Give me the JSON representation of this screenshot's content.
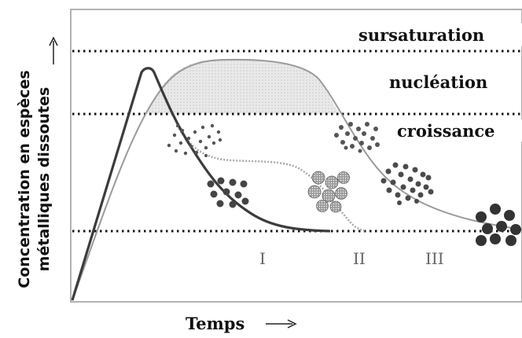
{
  "y_axis": {
    "label_line1": "Concentration en  espèces",
    "label_line2": "métalliques dissoutes"
  },
  "x_axis": {
    "label": "Temps"
  },
  "zones": {
    "sursaturation": "sursaturation",
    "nucleation": "nucléation",
    "croissance": "croissance"
  },
  "stages": {
    "one": "I",
    "two": "II",
    "three": "III"
  },
  "colors": {
    "curve_dark": "#3c3c3c",
    "curve_light": "#9a9a9a",
    "dotted_curve": "#a8a8a8",
    "shaded_area": "#e6e6e6",
    "threshold_line": "#111111",
    "particle": "#444444",
    "particle_textured": "#7a7a7a"
  }
}
